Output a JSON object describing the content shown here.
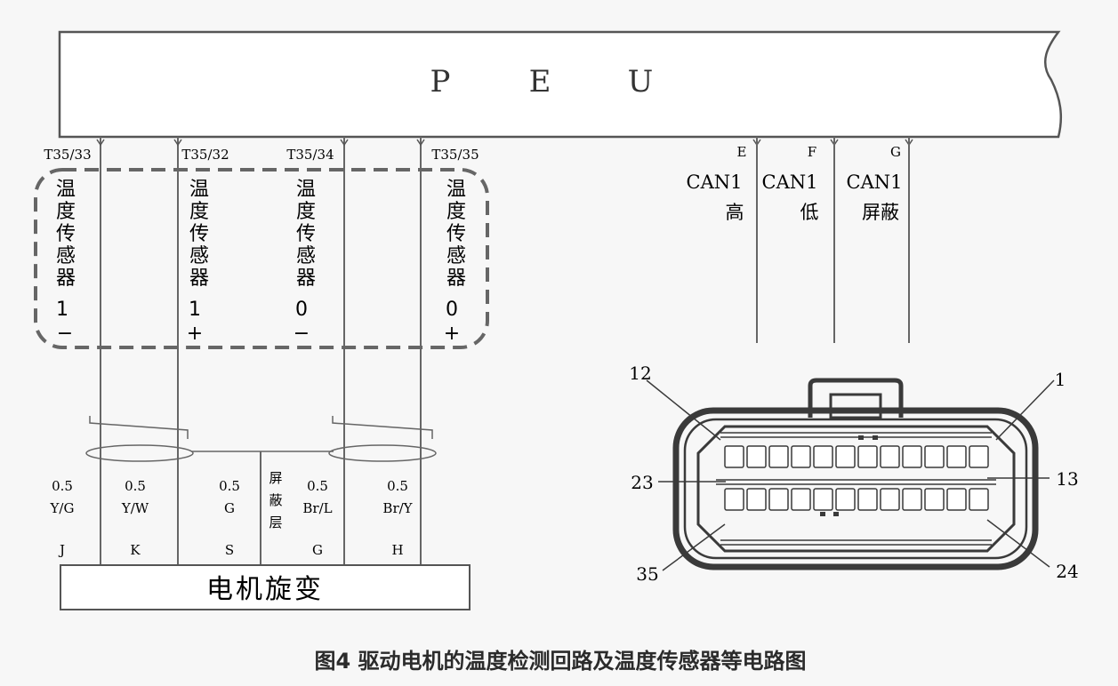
{
  "peu": {
    "label": "P E U",
    "letters": [
      "P",
      "E",
      "U"
    ]
  },
  "pins_top": [
    "T35/33",
    "T35/32",
    "T35/34",
    "T35/35"
  ],
  "sensors": [
    {
      "chars": [
        "温",
        "度",
        "传",
        "感",
        "器"
      ],
      "num": "1",
      "sign": "−"
    },
    {
      "chars": [
        "温",
        "度",
        "传",
        "感",
        "器"
      ],
      "num": "1",
      "sign": "+"
    },
    {
      "chars": [
        "温",
        "度",
        "传",
        "感",
        "器"
      ],
      "num": "0",
      "sign": "−"
    },
    {
      "chars": [
        "温",
        "度",
        "传",
        "感",
        "器"
      ],
      "num": "0",
      "sign": "+"
    }
  ],
  "can": [
    {
      "pin": "E",
      "line1": "CAN1",
      "line2": "高"
    },
    {
      "pin": "F",
      "line1": "CAN1",
      "line2": "低"
    },
    {
      "pin": "G",
      "line1": "CAN1",
      "line2": "屏蔽"
    }
  ],
  "wires": [
    {
      "size": "0.5",
      "color": "Y/G",
      "pin": "J"
    },
    {
      "size": "0.5",
      "color": "Y/W",
      "pin": "K"
    },
    {
      "size": "0.5",
      "color": "G",
      "pin": "S"
    },
    {
      "size": "0.5",
      "color": "Br/L",
      "pin": "G"
    },
    {
      "size": "0.5",
      "color": "Br/Y",
      "pin": "H"
    }
  ],
  "shield": {
    "chars": [
      "屏",
      "蔽",
      "层"
    ]
  },
  "resolver": {
    "label": "电机旋变"
  },
  "connector": {
    "labels": [
      "12",
      "1",
      "23",
      "13",
      "35",
      "24"
    ]
  },
  "caption": "图4 驱动电机的温度检测回路及温度传感器等电路图"
}
